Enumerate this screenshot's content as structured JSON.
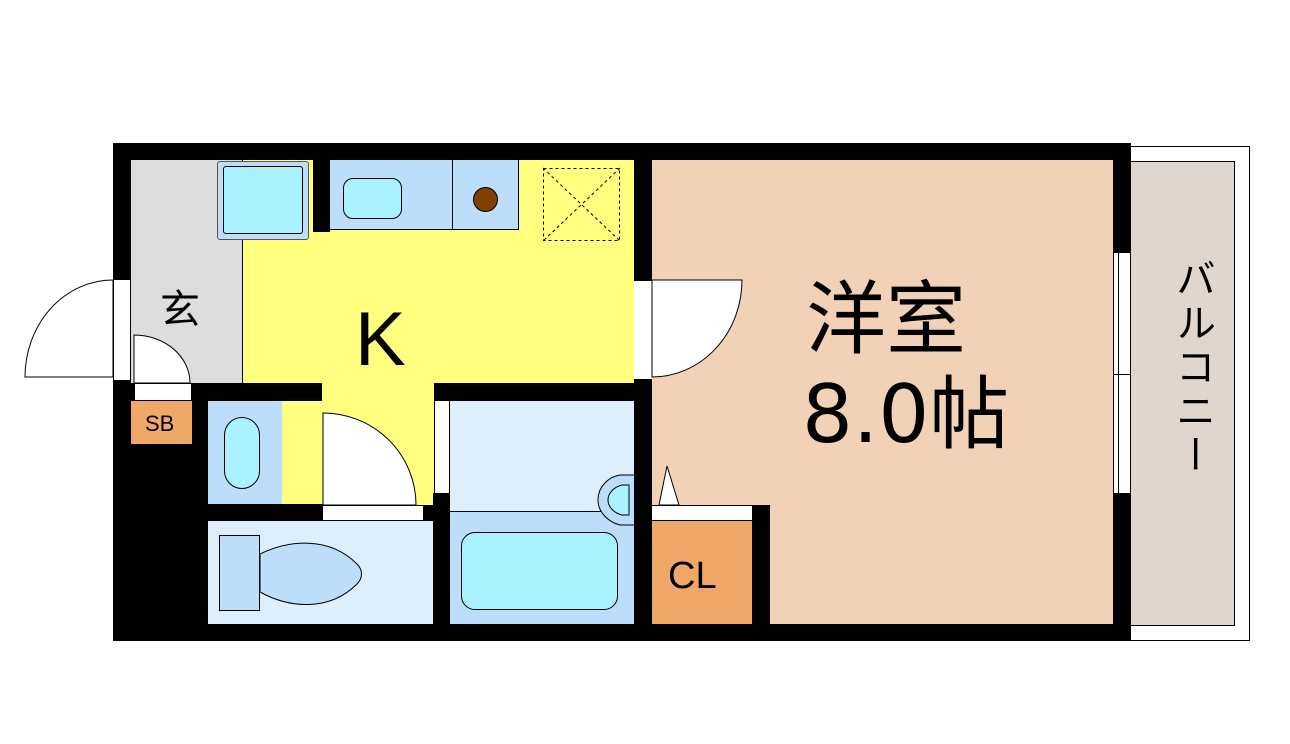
{
  "floorplan": {
    "type": "1K apartment floor plan",
    "colors": {
      "wall": "#000000",
      "entrance_floor": "#DDDDDD",
      "kitchen_floor": "#FFFF80",
      "western_room_floor": "#F2D2B6",
      "balcony_floor": "#E0D6CE",
      "storage": "#F0A868",
      "wet_area_light": "#DDEFFC",
      "fixture_blue": "#BDDEFB",
      "fixture_cyan": "#AAF2FF",
      "stove_burner": "#804000",
      "door_swing": "#FFFFFF"
    },
    "rooms": {
      "entrance": {
        "label": "玄"
      },
      "kitchen": {
        "label": "K"
      },
      "western_room": {
        "label_line1": "洋室",
        "label_line2": "8.0帖"
      },
      "shoe_box": {
        "label": "SB"
      },
      "closet": {
        "label": "CL"
      },
      "balcony": {
        "label": "バルコニー"
      },
      "toilet": {
        "label": ""
      },
      "bathroom": {
        "label": ""
      },
      "washbasin": {
        "label": ""
      }
    }
  }
}
